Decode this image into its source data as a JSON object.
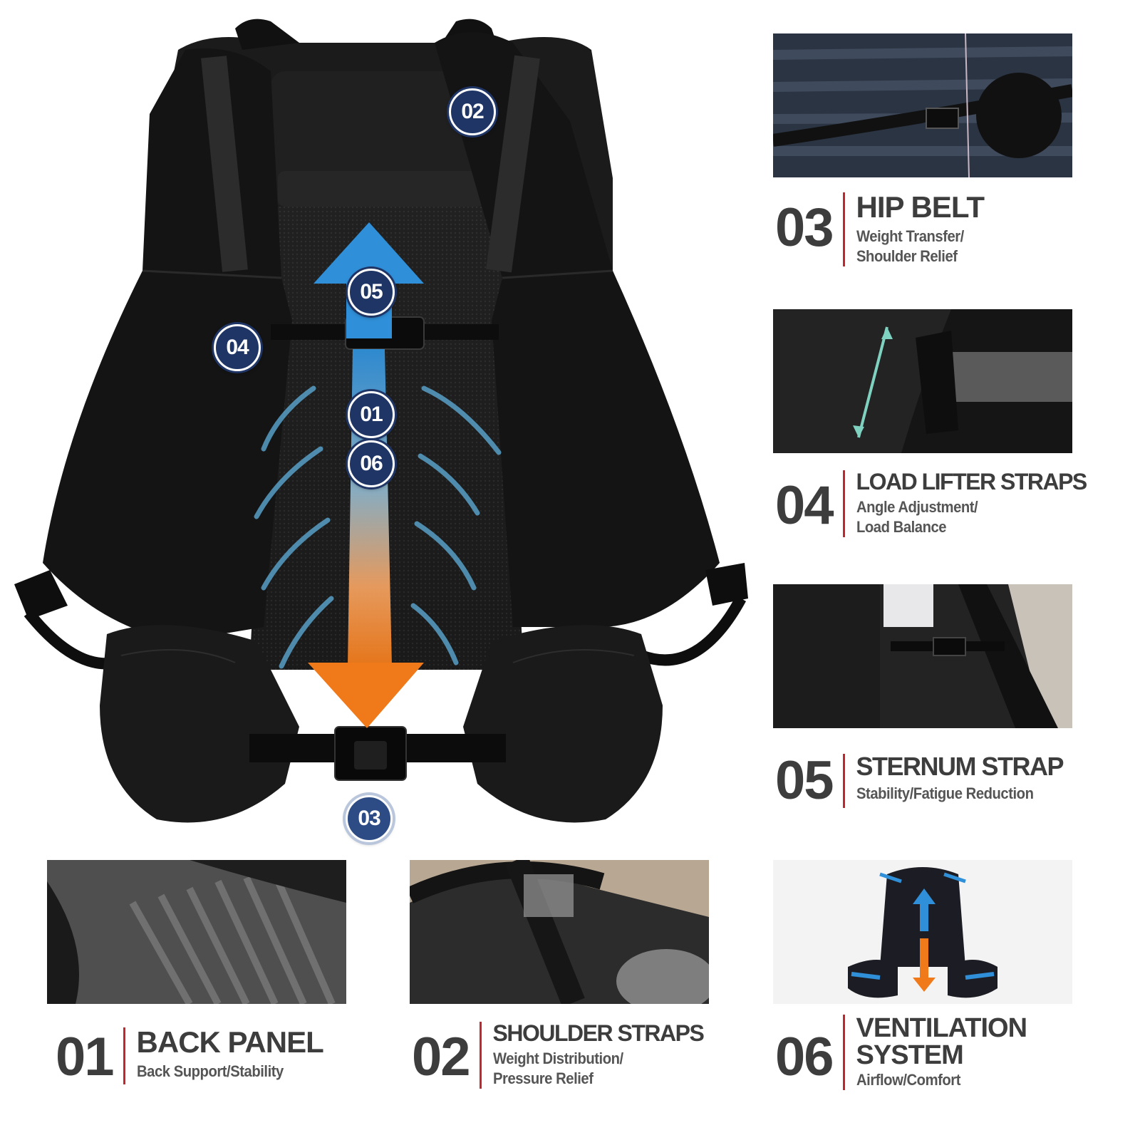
{
  "main_badges": {
    "b02": "02",
    "b05": "05",
    "b04": "04",
    "b01": "01",
    "b06": "06",
    "b03": "03"
  },
  "features": {
    "hip_belt": {
      "number": "03",
      "title": "HIP BELT",
      "subtitle_line1": "Weight Transfer/",
      "subtitle_line2": "Shoulder Relief"
    },
    "load_lifter": {
      "number": "04",
      "title": "LOAD LIFTER STRAPS",
      "subtitle_line1": "Angle Adjustment/",
      "subtitle_line2": "Load Balance"
    },
    "sternum_strap": {
      "number": "05",
      "title": "STERNUM STRAP",
      "subtitle_line1": "Stability/Fatigue Reduction",
      "subtitle_line2": ""
    },
    "back_panel": {
      "number": "01",
      "title": "BACK PANEL",
      "subtitle_line1": "Back Support/Stability",
      "subtitle_line2": ""
    },
    "shoulder_straps": {
      "number": "02",
      "title": "SHOULDER STRAPS",
      "subtitle_line1": "Weight Distribution/",
      "subtitle_line2": "Pressure Relief"
    },
    "ventilation": {
      "number": "06",
      "title_line1": "VENTILATION",
      "title_line2": "SYSTEM",
      "subtitle_line1": "Airflow/Comfort"
    }
  },
  "colors": {
    "badge_blue": "#1f3566",
    "accent_red": "#c2272d",
    "airflow_blue": "#2f8fd8",
    "airflow_orange": "#f07a1a",
    "caption_gray": "#3d3d3d"
  }
}
